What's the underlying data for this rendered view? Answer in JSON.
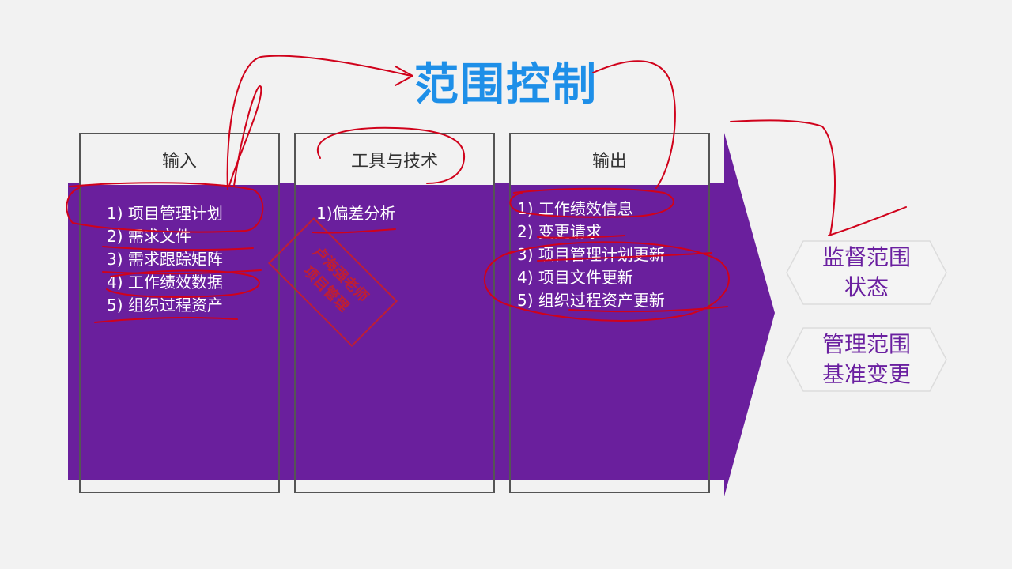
{
  "slide": {
    "title": "范围控制",
    "colors": {
      "title": "#1e8fe8",
      "band": "#6a1f9d",
      "annotation": "#d0021b",
      "hex_text": "#6a1fa0"
    }
  },
  "columns": [
    {
      "header": "输入",
      "items": [
        "1) 项目管理计划",
        "2) 需求文件",
        "3) 需求跟踪矩阵",
        "4) 工作绩效数据",
        "5) 组织过程资产"
      ]
    },
    {
      "header": "工具与技术",
      "items": [
        "1)偏差分析"
      ]
    },
    {
      "header": "输出",
      "items": [
        "1) 工作绩效信息",
        "2) 变更请求",
        "3) 项目管理计划更新",
        "4) 项目文件更新",
        "5) 组织过程资产更新"
      ]
    }
  ],
  "stamp": {
    "line1": "卢海强老师",
    "line2": "项目管理"
  },
  "related_processes": [
    {
      "line1": "监督范围",
      "line2": "状态"
    },
    {
      "line1": "管理范围",
      "line2": "基准变更"
    }
  ]
}
